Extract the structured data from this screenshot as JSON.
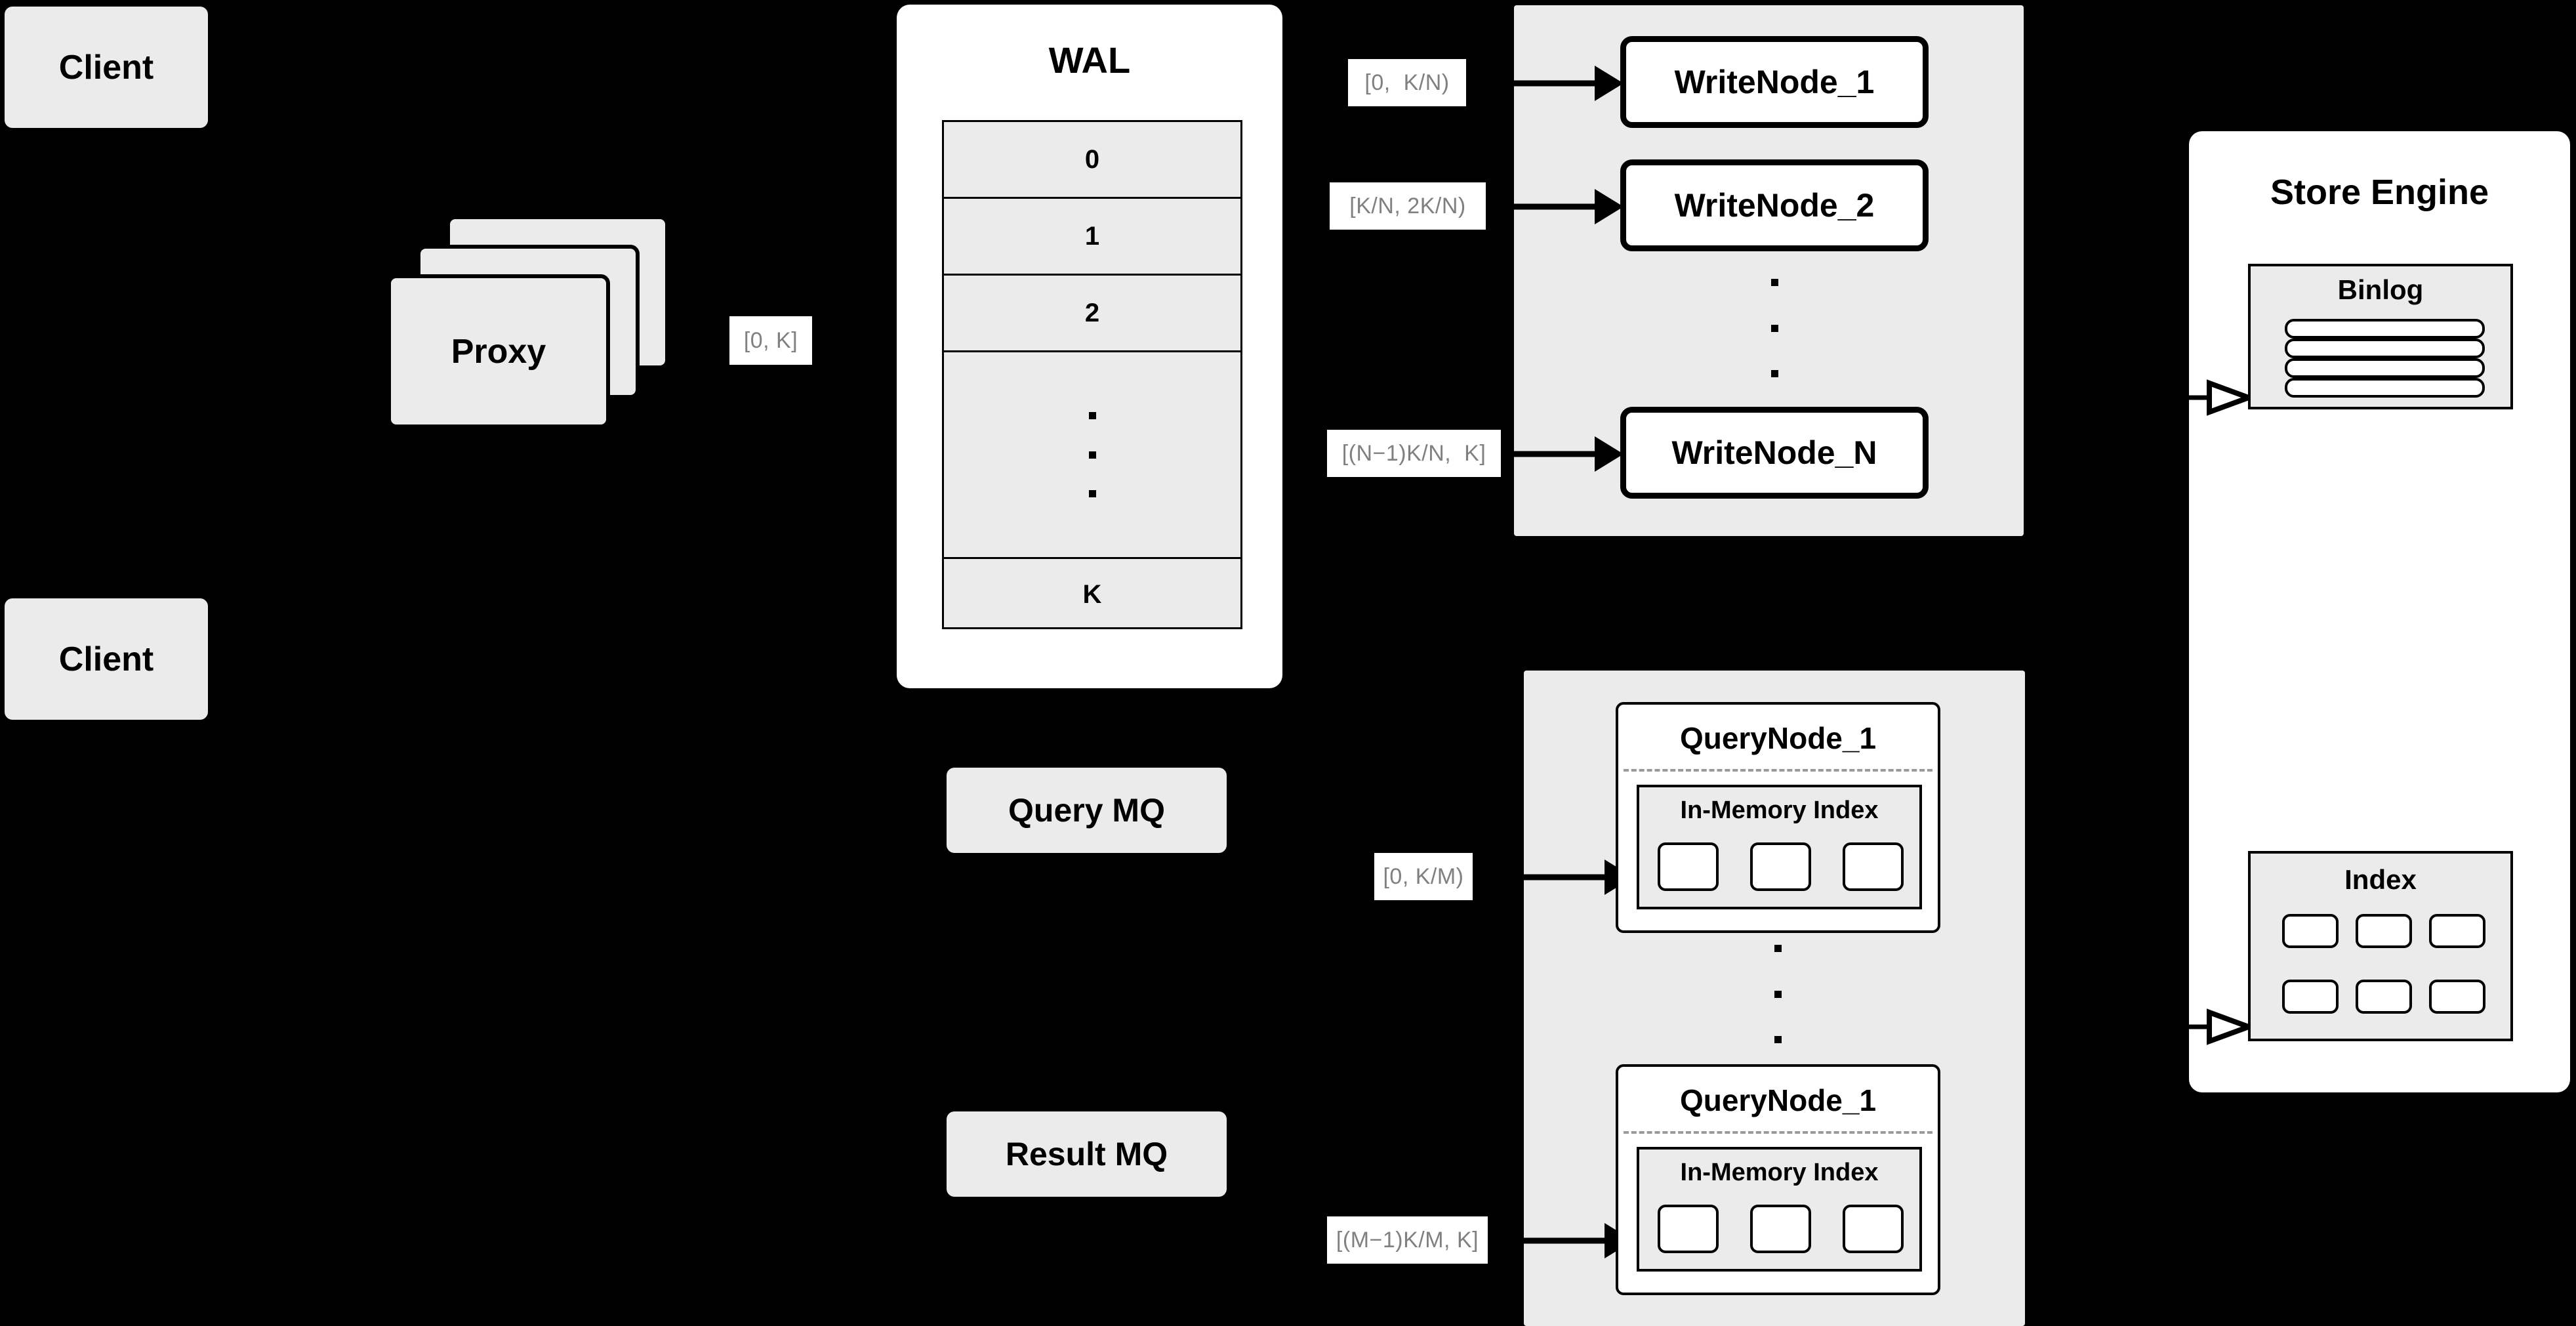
{
  "diagram": {
    "background_color": "#000000",
    "surface_color": "#ebebeb",
    "white_color": "#ffffff",
    "label_text_color": "#808080"
  },
  "clients": [
    {
      "label": "Client"
    },
    {
      "label": "Client"
    }
  ],
  "proxy": {
    "label": "Proxy",
    "stack_count": 3
  },
  "labels": {
    "proxy_to_wal": "[0, K]",
    "wal_to_write_1": "[0,  K/N)",
    "wal_to_write_2": "[K/N, 2K/N)",
    "wal_to_write_n": "[(N−1)K/N,  K]",
    "mq_to_query_1": "[0, K/M)",
    "mq_to_query_m": "[(M−1)K/M, K]"
  },
  "wal": {
    "title": "WAL",
    "rows": [
      "0",
      "1",
      "2",
      "",
      "K"
    ],
    "ellipsis_row_index": 3
  },
  "mq": {
    "query_mq": "Query MQ",
    "result_mq": "Result MQ"
  },
  "write_cluster": {
    "nodes": [
      {
        "label": "WriteNode_1"
      },
      {
        "label": "WriteNode_2"
      },
      {
        "label": "WriteNode_N"
      }
    ],
    "ellipsis_dots": 3
  },
  "query_cluster": {
    "nodes": [
      {
        "label": "QueryNode_1",
        "index_title": "In-Memory Index",
        "index_chips": 3
      },
      {
        "label": "QueryNode_1",
        "index_title": "In-Memory Index",
        "index_chips": 3
      }
    ],
    "ellipsis_dots": 3
  },
  "store_engine": {
    "title": "Store Engine",
    "binlog": {
      "title": "Binlog",
      "bars": 4
    },
    "index": {
      "title": "Index",
      "chips": 6,
      "chips_per_row": 3
    }
  }
}
